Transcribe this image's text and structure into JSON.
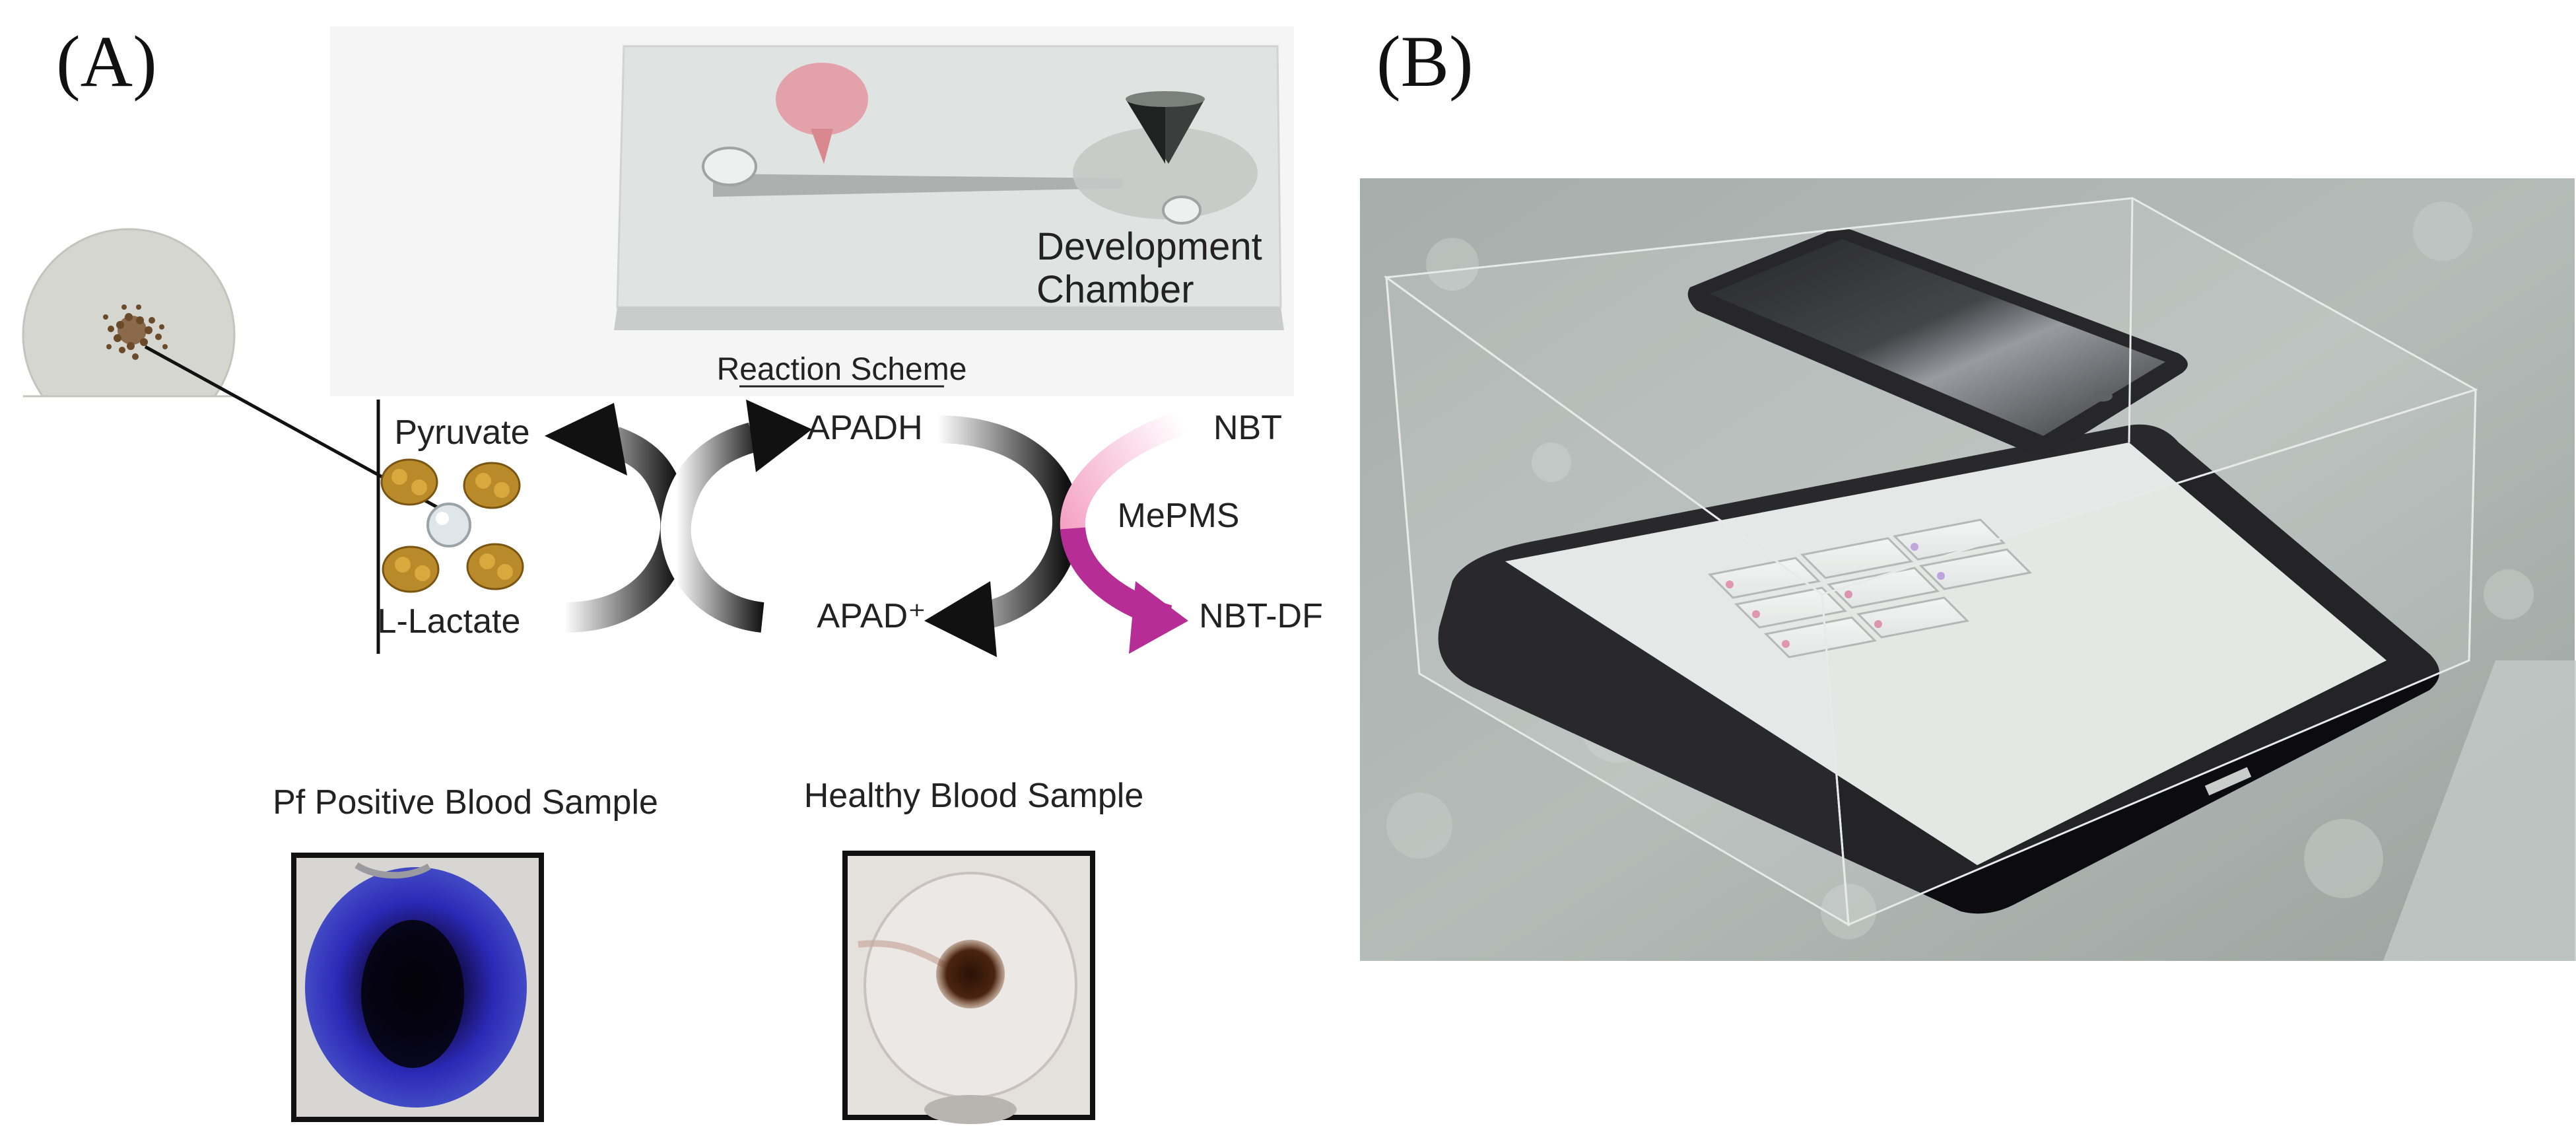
{
  "panels": {
    "a": {
      "label": "(A)",
      "chamber_label_line1": "Development",
      "chamber_label_line2": "Chamber",
      "scheme_title": "Reaction Scheme",
      "species": {
        "pyruvate": "Pyruvate",
        "l_lactate": "L-Lactate",
        "apadh": "APADH",
        "apad_plus": "APAD⁺",
        "mepms": "MePMS",
        "nbt": "NBT",
        "nbt_df": "NBT-DF"
      },
      "samples": {
        "positive_title": "Pf Positive Blood Sample",
        "healthy_title": "Healthy Blood Sample"
      }
    },
    "b": {
      "label": "(B)"
    }
  },
  "colors": {
    "arrow_dark": "#111111",
    "nbt_magenta": "#b52d95",
    "nbt_pink": "#f7b7cf",
    "positive_blue": "#2b2ab8",
    "device_bg": "#e2e5e3"
  }
}
